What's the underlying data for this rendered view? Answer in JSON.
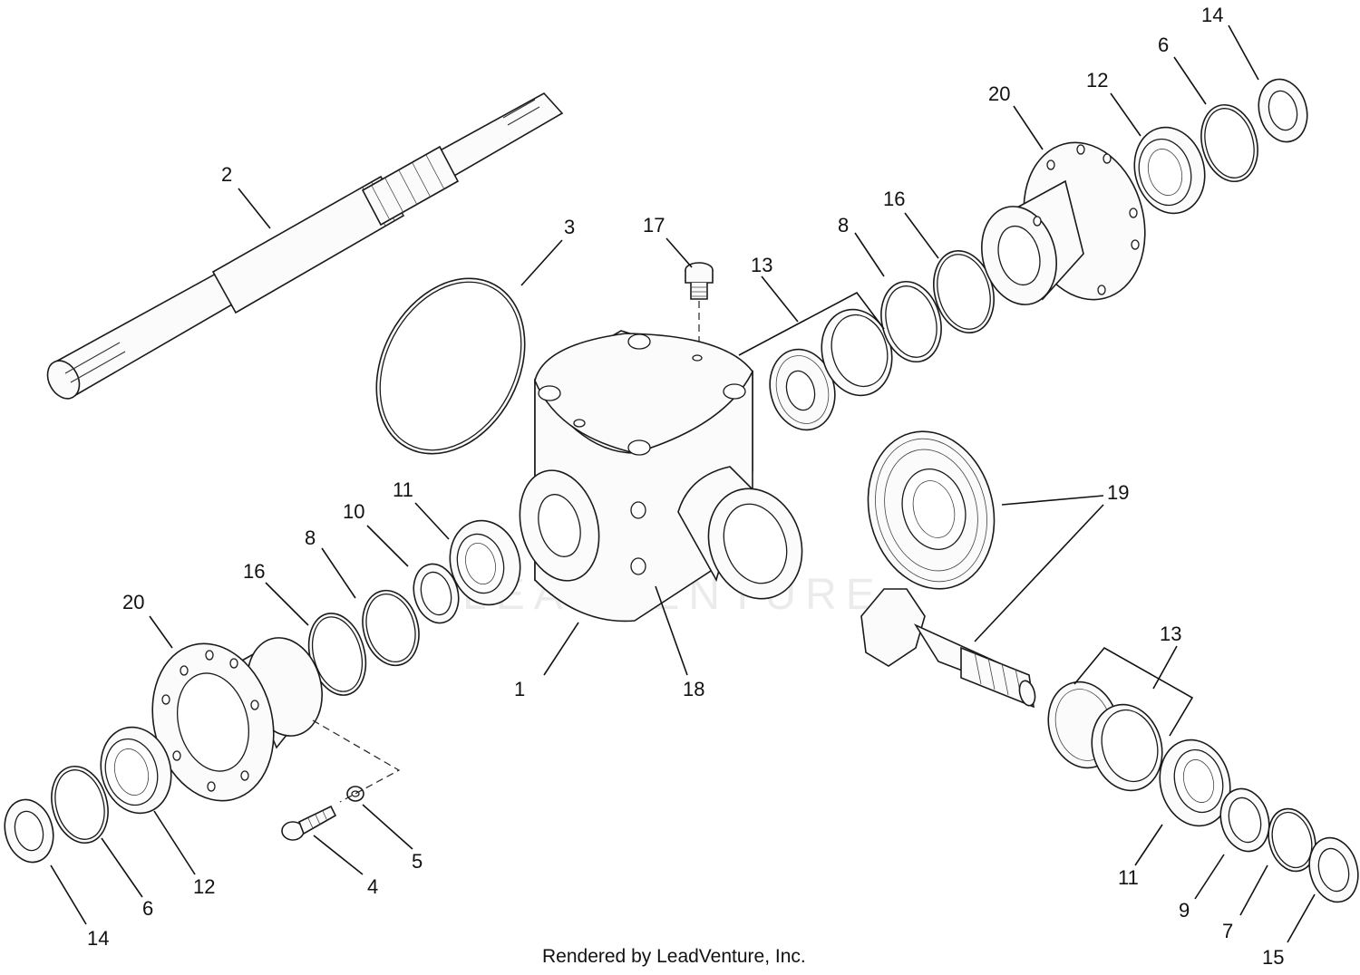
{
  "diagram": {
    "callouts": {
      "c1": "1",
      "c2": "2",
      "c3": "3",
      "c4": "4",
      "c5": "5",
      "c6a": "6",
      "c6b": "6",
      "c7": "7",
      "c8a": "8",
      "c8b": "8",
      "c9": "9",
      "c10": "10",
      "c11a": "11",
      "c11b": "11",
      "c12a": "12",
      "c12b": "12",
      "c13a": "13",
      "c13b": "13",
      "c14a": "14",
      "c14b": "14",
      "c15": "15",
      "c16a": "16",
      "c16b": "16",
      "c17": "17",
      "c18": "18",
      "c19": "19",
      "c20a": "20",
      "c20b": "20"
    },
    "watermark_text": "LEADVENTURE",
    "footer": "Rendered by LeadVenture, Inc."
  }
}
